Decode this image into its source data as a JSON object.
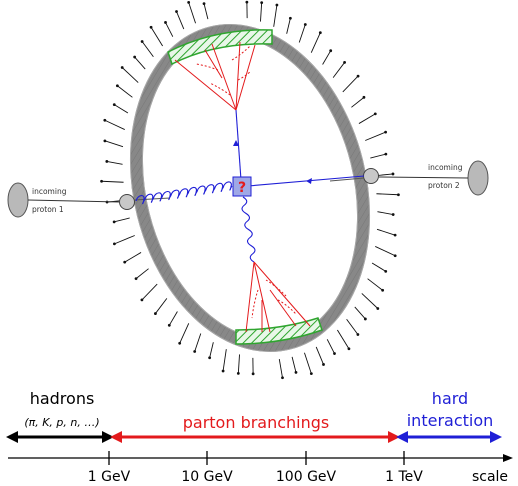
{
  "diagram": {
    "incoming_left": [
      "incoming",
      "proton 1"
    ],
    "incoming_right": [
      "incoming",
      "proton 2"
    ],
    "hard_process_symbol": "?"
  },
  "scale_bar": {
    "hadrons_label": "hadrons",
    "hadrons_examples": "(π, K, p, n, …)",
    "parton_label": "parton branchings",
    "hard_label_line1": "hard",
    "hard_label_line2": "interaction",
    "ticks": [
      "1 GeV",
      "10 GeV",
      "100 GeV",
      "1 TeV"
    ],
    "axis_label": "scale"
  },
  "colors": {
    "hadrons": "#000000",
    "partons": "#e31a1c",
    "hard": "#1f1fd6",
    "green": "#2fa52f"
  }
}
